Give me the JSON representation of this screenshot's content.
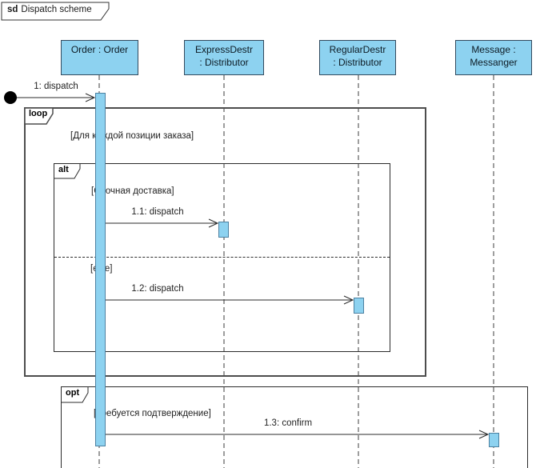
{
  "frame": {
    "keyword": "sd",
    "title": "Dispatch scheme"
  },
  "colors": {
    "element_fill": "#8DD2F0",
    "element_border": "#324A5E",
    "activation_border": "#4C81A1",
    "line_color": "#2b2b2b"
  },
  "lifelines": [
    {
      "line1": "Order : Order",
      "line2": ""
    },
    {
      "line1": "ExpressDestr",
      "line2": ": Distributor"
    },
    {
      "line1": "RegularDestr",
      "line2": ": Distributor"
    },
    {
      "line1": "Message :",
      "line2": "Messanger"
    }
  ],
  "messages": [
    {
      "label": "1: dispatch"
    },
    {
      "label": "1.1: dispatch"
    },
    {
      "label": "1.2: dispatch"
    },
    {
      "label": "1.3: confirm"
    }
  ],
  "fragments": [
    {
      "operator": "loop",
      "guard": "[Для каждой позиции заказа]"
    },
    {
      "operator": "alt",
      "guard": "[Срочная доставка]",
      "guard_else": "[else]"
    },
    {
      "operator": "opt",
      "guard": "[Требуется подтверждение]"
    }
  ]
}
